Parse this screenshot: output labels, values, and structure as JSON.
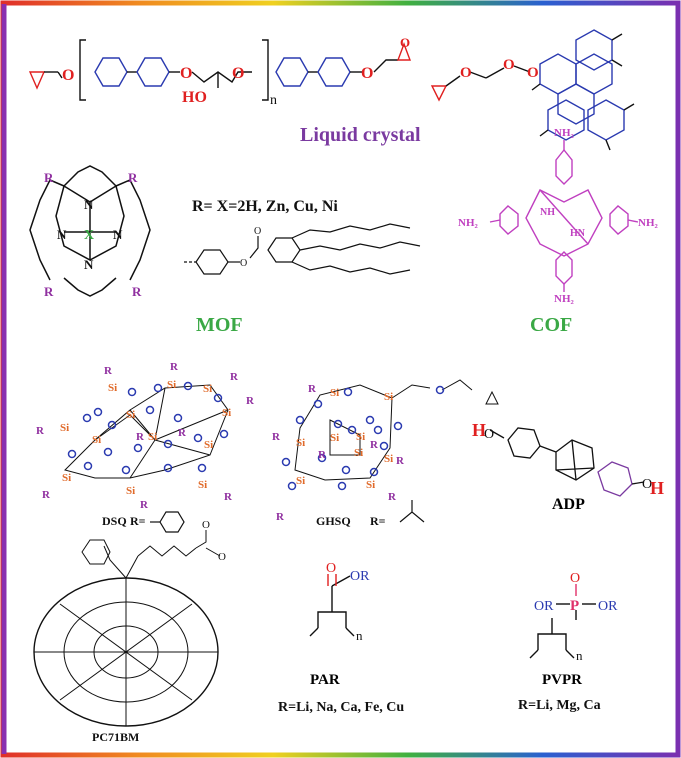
{
  "sections": {
    "liquid_crystal": "Liquid crystal",
    "mof": "MOF",
    "cof": "COF",
    "adp": "ADP",
    "par": "PAR",
    "pvpr": "PVPR",
    "pc71bm": "PC71BM",
    "dsq": "DSQ",
    "ghsq": "GHSQ"
  },
  "substituents": {
    "mof_r": "R= X=2H, Zn, Cu, Ni",
    "par_r": "R=Li, Na, Ca, Fe, Cu",
    "pvpr_r": "R=Li, Mg, Ca",
    "dsq_r": "R=",
    "ghsq_r": "R="
  },
  "atoms": {
    "O": "O",
    "HO": "HO",
    "H": "H",
    "N": "N",
    "X": "X",
    "R": "R",
    "NH2": "NH₂",
    "NH": "NH",
    "HN": "HN",
    "Si": "Si",
    "P": "P",
    "OR": "OR",
    "n": "n"
  },
  "colors": {
    "liquid_crystal": "#7a3aa0",
    "mof_cof": "#3aa845",
    "oxygen": "#e02020",
    "ring_blue": "#2a3ab0",
    "porphyrin": "#c040c0",
    "silicon": "#e06a2a",
    "r_group": "#9030a0",
    "ghsq_o": "#2a3ab0",
    "phosphorus": "#e0306a"
  }
}
